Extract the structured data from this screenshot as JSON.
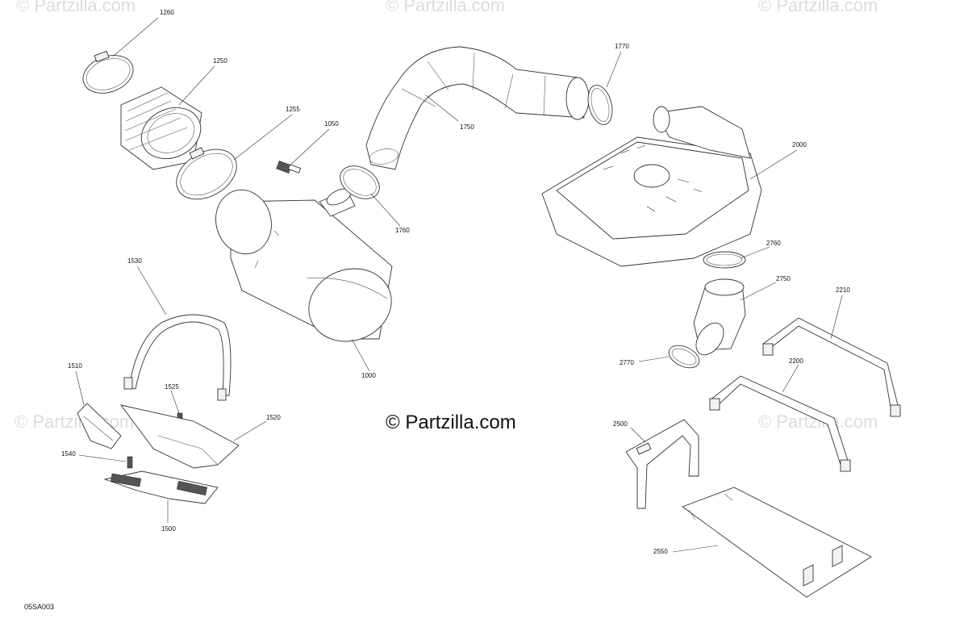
{
  "watermarks": [
    "© Partzilla.com",
    "© Partzilla.com",
    "© Partzilla.com",
    "© Partzilla.com",
    "© Partzilla.com",
    "© Partzilla.com"
  ],
  "center_mark": "© Partzilla.com",
  "diagram_code": "05SA003",
  "callouts": [
    "1260",
    "1250",
    "1255",
    "1050",
    "1750",
    "1770",
    "1760",
    "2000",
    "2760",
    "2750",
    "2210",
    "1530",
    "1000",
    "2770",
    "2200",
    "1510",
    "1525",
    "1520",
    "2500",
    "1540",
    "1500",
    "2550"
  ]
}
